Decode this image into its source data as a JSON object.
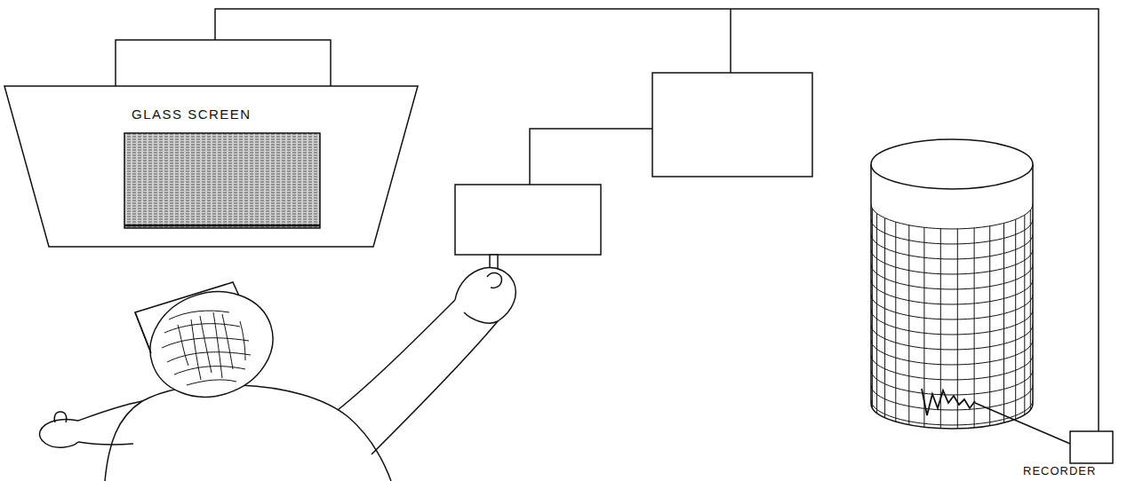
{
  "diagram": {
    "nodes": [
      {
        "text": [
          "GLASS SCREEN"
        ]
      },
      {
        "text": [
          "RECORDER"
        ]
      }
    ],
    "edges": [
      {
        "from": 0,
        "to": 1,
        "arrow": "none"
      }
    ]
  }
}
